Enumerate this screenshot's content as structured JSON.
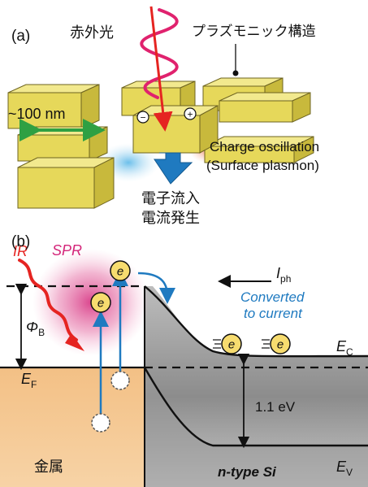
{
  "panel_a": {
    "label": "(a)",
    "infrared_label": "赤外光",
    "structure_label": "プラズモニック構造",
    "size_label": "~100 nm",
    "charge_minus": "−",
    "charge_plus": "+",
    "oscillation_line1": "Charge oscillation",
    "oscillation_line2": "(Surface plasmon)",
    "flow_line1": "電子流入",
    "flow_line2": "電流発生"
  },
  "panel_b": {
    "label": "(b)",
    "ir_label": "IR",
    "spr_label": "SPR",
    "electron_symbol": "e",
    "photocurrent_symbol": "I",
    "photocurrent_subscript": "ph",
    "converted_line1": "Converted",
    "converted_line2": "to current",
    "barrier_symbol": "Φ",
    "barrier_subscript": "B",
    "fermi_symbol": "E",
    "fermi_subscript": "F",
    "conduction_symbol": "E",
    "conduction_subscript": "C",
    "valence_symbol": "E",
    "valence_subscript": "V",
    "bandgap_label": "1.1 eV",
    "metal_label": "金属",
    "semiconductor_label": "n-type Si"
  },
  "colors": {
    "gold_block": "#e6d85a",
    "ir_wave": "#e0226e",
    "arrow_red": "#e52421",
    "flow_blue": "#1f7ac0",
    "metal_fill": "#f0b677",
    "silicon_fill": "#8a8a8a",
    "spr_glow": "#d4267a",
    "size_arrow": "#2fa043",
    "electron_fill": "#f7dc6f"
  }
}
